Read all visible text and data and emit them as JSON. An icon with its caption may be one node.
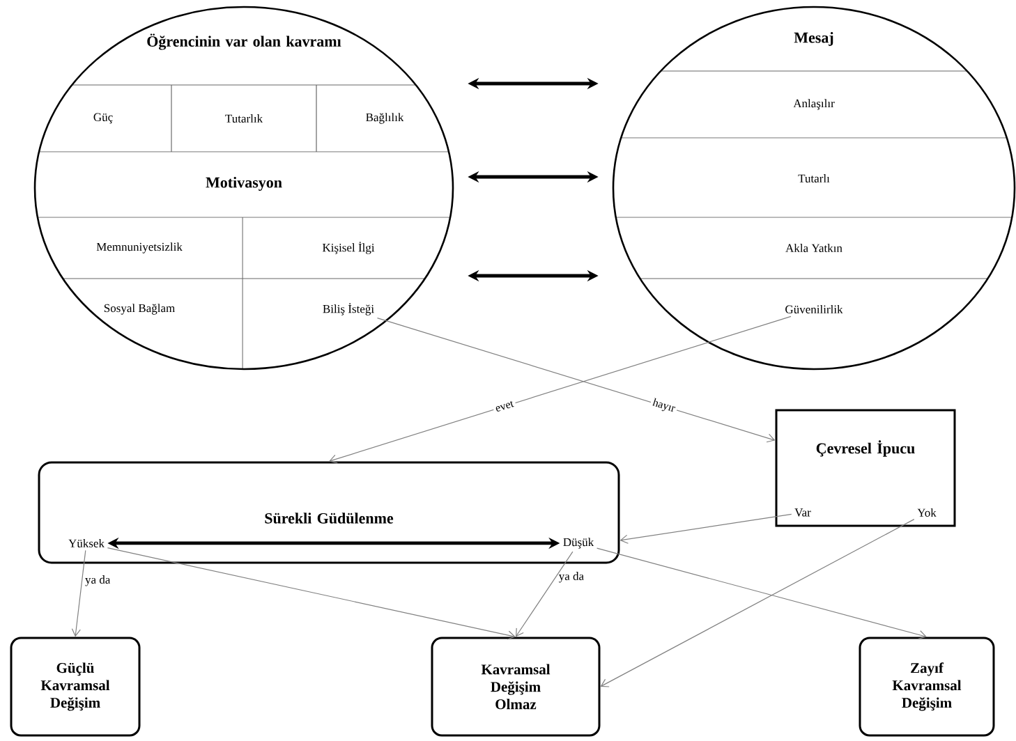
{
  "diagram": {
    "nodes": [
      {
        "text": [
          "Öğrencinin var olan kavramı"
        ]
      },
      {
        "text": [
          "Güç"
        ],
        "in": 0
      },
      {
        "text": [
          "Tutarlık"
        ],
        "in": 0
      },
      {
        "text": [
          "Bağlılık"
        ],
        "in": 0
      },
      {
        "text": [
          "Motivasyon"
        ],
        "in": 0
      },
      {
        "text": [
          "Memnuniyetsizlik"
        ],
        "in": 0
      },
      {
        "text": [
          "Kişisel İlgi"
        ],
        "in": 0
      },
      {
        "text": [
          "Sosyal Bağlam"
        ],
        "in": 0
      },
      {
        "text": [
          "Biliş İsteği"
        ],
        "in": 0
      },
      {
        "text": [
          "Mesaj"
        ]
      },
      {
        "text": [
          "Anlaşılır"
        ],
        "in": 9
      },
      {
        "text": [
          "Tutarlı"
        ],
        "in": 9
      },
      {
        "text": [
          "Akla Yatkın"
        ],
        "in": 9
      },
      {
        "text": [
          "Güvenilirlik"
        ],
        "in": 9
      },
      {
        "text": [
          "Sürekli Güdülenme"
        ]
      },
      {
        "text": [
          "Yüksek"
        ],
        "in": 14
      },
      {
        "text": [
          "Düşük"
        ],
        "in": 14
      },
      {
        "text": [
          "Çevresel İpucu"
        ]
      },
      {
        "text": [
          "Var"
        ],
        "in": 17
      },
      {
        "text": [
          "Yok"
        ],
        "in": 17
      },
      {
        "text": [
          "Güçlü Kavramsal Değişim"
        ]
      },
      {
        "text": [
          "Kavramsal Değişim Olmaz"
        ]
      },
      {
        "text": [
          "Zayıf Kavramsal Değişim"
        ]
      }
    ],
    "edges": [
      {
        "from": 0,
        "to": 9,
        "arrow": "both",
        "style": "thick",
        "color": "#000000"
      },
      {
        "from": 0,
        "to": 9,
        "arrow": "both",
        "style": "thick",
        "color": "#000000"
      },
      {
        "from": 0,
        "to": 9,
        "arrow": "both",
        "style": "thick",
        "color": "#000000"
      },
      {
        "from": 8,
        "to": 17,
        "arrow": "to",
        "label": "hayır"
      },
      {
        "from": 13,
        "to": 14,
        "arrow": "to",
        "label": "evet"
      },
      {
        "from": 15,
        "to": 16,
        "arrow": "both",
        "style": "thick",
        "color": "#000000"
      },
      {
        "from": 18,
        "to": 14,
        "arrow": "to"
      },
      {
        "from": 19,
        "to": 21,
        "arrow": "to"
      },
      {
        "from": 15,
        "to": 20,
        "arrow": "to",
        "label": "ya da"
      },
      {
        "from": 15,
        "to": 21,
        "arrow": "to"
      },
      {
        "from": 16,
        "to": 21,
        "arrow": "to",
        "label": "ya da"
      },
      {
        "from": 16,
        "to": 22,
        "arrow": "to"
      }
    ]
  }
}
